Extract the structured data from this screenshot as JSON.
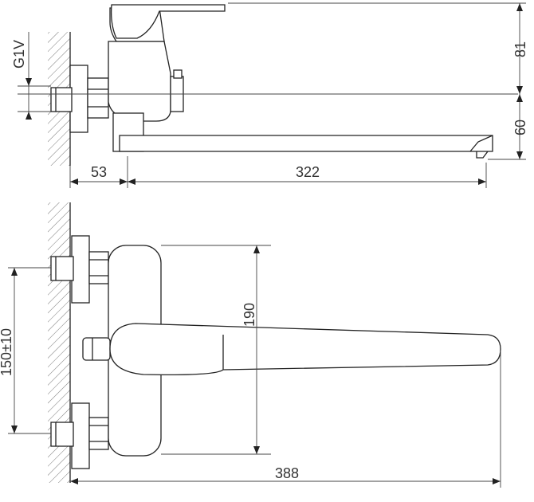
{
  "drawing": {
    "dimensions": {
      "top_height": "81",
      "bottom_height": "60",
      "wall_offset": "53",
      "spout_length": "322",
      "thread": "G1V",
      "body_height": "190",
      "inlet_spacing": "150±10",
      "total_length": "388"
    }
  }
}
